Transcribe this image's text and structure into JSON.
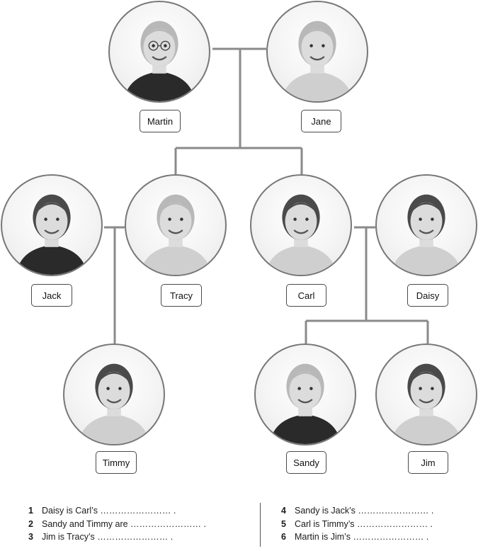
{
  "tree": {
    "colors": {
      "line": "#8a8a8a",
      "frame": "#777777",
      "skin": "#dcdcdc",
      "dark_hair": "#4a4a4a",
      "light_hair": "#b8b8b8",
      "dark_clothes": "#2a2a2a",
      "light_clothes": "#cfcfcf"
    },
    "members": [
      {
        "id": "martin",
        "name": "Martin",
        "photo": {
          "hair": "light_hair",
          "clothes": "dark_clothes",
          "glasses": true
        }
      },
      {
        "id": "jane",
        "name": "Jane",
        "photo": {
          "hair": "light_hair",
          "clothes": "light_clothes",
          "glasses": false
        }
      },
      {
        "id": "jack",
        "name": "Jack",
        "photo": {
          "hair": "dark_hair",
          "clothes": "dark_clothes",
          "glasses": false
        }
      },
      {
        "id": "tracy",
        "name": "Tracy",
        "photo": {
          "hair": "light_hair",
          "clothes": "light_clothes",
          "glasses": false
        }
      },
      {
        "id": "carl",
        "name": "Carl",
        "photo": {
          "hair": "dark_hair",
          "clothes": "light_clothes",
          "glasses": false
        }
      },
      {
        "id": "daisy",
        "name": "Daisy",
        "photo": {
          "hair": "dark_hair",
          "clothes": "light_clothes",
          "glasses": false
        }
      },
      {
        "id": "timmy",
        "name": "Timmy",
        "photo": {
          "hair": "dark_hair",
          "clothes": "light_clothes",
          "glasses": false
        }
      },
      {
        "id": "sandy",
        "name": "Sandy",
        "photo": {
          "hair": "light_hair",
          "clothes": "dark_clothes",
          "glasses": false
        }
      },
      {
        "id": "jim",
        "name": "Jim",
        "photo": {
          "hair": "dark_hair",
          "clothes": "light_clothes",
          "glasses": false
        }
      }
    ],
    "couples": [
      [
        "martin",
        "jane"
      ],
      [
        "jack",
        "tracy"
      ],
      [
        "carl",
        "daisy"
      ]
    ],
    "parent_links": [
      {
        "parents": [
          "martin",
          "jane"
        ],
        "children": [
          "tracy",
          "carl"
        ]
      },
      {
        "parents": [
          "jack",
          "tracy"
        ],
        "children": [
          "timmy"
        ]
      },
      {
        "parents": [
          "carl",
          "daisy"
        ],
        "children": [
          "sandy",
          "jim"
        ]
      }
    ]
  },
  "exercise": {
    "left": [
      {
        "num": "1",
        "text": "Daisy is Carl’s …………………… ."
      },
      {
        "num": "2",
        "text": "Sandy and Timmy are …………………… ."
      },
      {
        "num": "3",
        "text": "Jim is Tracy’s …………………… ."
      }
    ],
    "right": [
      {
        "num": "4",
        "text": "Sandy is Jack’s …………………… ."
      },
      {
        "num": "5",
        "text": "Carl is Timmy’s …………………… ."
      },
      {
        "num": "6",
        "text": "Martin is Jim’s …………………… ."
      }
    ]
  }
}
